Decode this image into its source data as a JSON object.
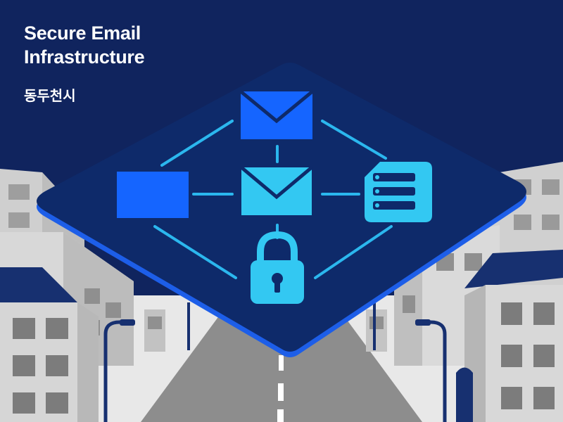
{
  "header": {
    "title_line1": "Secure Email",
    "title_line2": "Infrastructure",
    "subtitle": "동두천시"
  },
  "colors": {
    "background": "#10245e",
    "panel": "#0d2a6b",
    "panel_edge": "#1f5fe0",
    "accent_blue": "#1565ff",
    "accent_cyan": "#33c8f2",
    "connector": "#2bb7ee",
    "building": "#d4d4d4",
    "road": "#8a8a8a"
  },
  "icons": [
    "envelope-icon-top",
    "document-icon",
    "envelope-icon-center",
    "server-icon",
    "padlock-icon"
  ]
}
